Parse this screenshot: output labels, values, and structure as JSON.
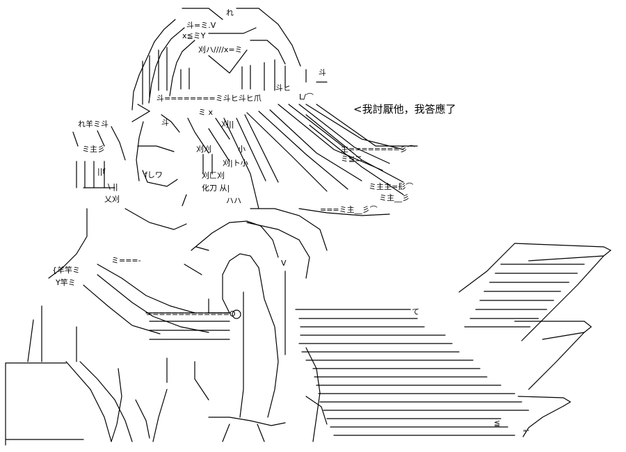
{
  "caption": "<我討厭他，我答應了",
  "art": {
    "ink": "#000000",
    "paper": "#ffffff",
    "glyphs": {
      "hat_top": "れ",
      "hat_row1": "斗=ミ.V",
      "hat_row2": "x≦ミY",
      "hat_row3": "刈ハ////x=ミ",
      "hat_band": "斗========ミ斗ヒ斗ヒ爪",
      "hat_band_right": "斗ヒ",
      "hat_right_mark": "斗",
      "hat_pin": "L/⌒",
      "hair_mark": "ミ x",
      "brow_left": "斗",
      "kanji_a": "刈||",
      "kanji_b": "刈刈",
      "kanji_c": "小",
      "kanji_d": "刈|ト小",
      "kanji_e": "刈匚刈",
      "kanji_f": "化刀 从|",
      "kanji_g": "ハハ",
      "eye": "fしワ",
      "ribbon_top": "れ羊ミ斗",
      "ribbon_mid": "ミ主彡",
      "ribbon_low": "||f",
      "ribbon_bot": "\\ ||",
      "collar": "乂刈",
      "stream1": "主========彡⌒",
      "stream2": "ミ≦ニ",
      "stream3": "ミ主主=髟⌒",
      "stream4": "ミ主__彡",
      "stream5": "===ミ主__彡⌒",
      "chest1": "{羊竿ミ",
      "chest2": "Y竿ミ",
      "chest3": "ミ===-",
      "arm_line": "=============O",
      "arm_tail": "て",
      "hand": "V",
      "page_mark1": "≦",
      "page_mark2": "\"″"
    }
  }
}
